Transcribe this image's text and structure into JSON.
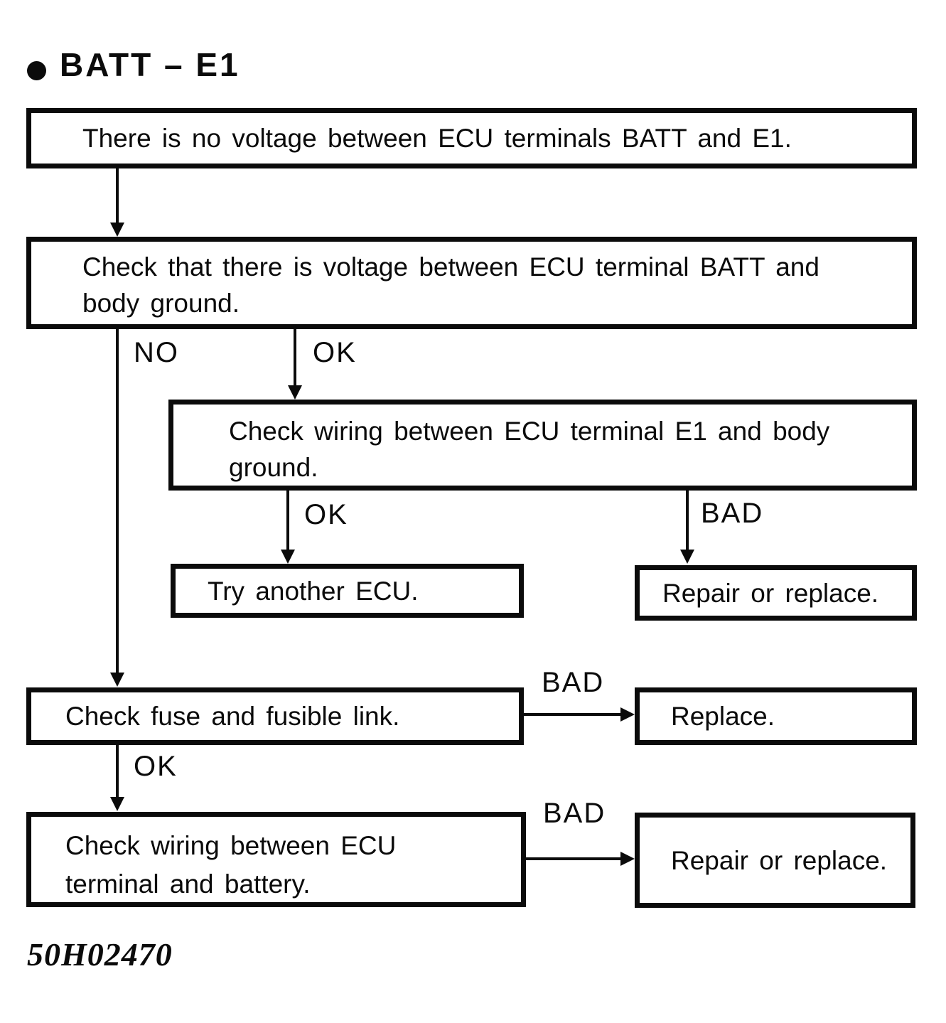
{
  "title": {
    "bullet": "bullet-point",
    "label": "BATT – E1"
  },
  "figure_code": "50H02470",
  "flowchart": {
    "type": "troubleshooting-flowchart",
    "ink_color": "#0b0b0b",
    "paper_color": "#ffffff",
    "nodes": [
      {
        "id": "problem",
        "text": "There is no voltage between ECU terminals BATT and E1."
      },
      {
        "id": "check-batt-body-ground",
        "text": "Check that there is voltage between ECU terminal BATT and\nbody ground."
      },
      {
        "id": "check-wiring-e1",
        "text": "Check wiring between ECU terminal E1 and body\nground."
      },
      {
        "id": "try-another-ecu",
        "text": "Try another ECU."
      },
      {
        "id": "repair-or-replace-1",
        "text": "Repair or replace."
      },
      {
        "id": "check-fuse",
        "text": "Check fuse and fusible link."
      },
      {
        "id": "replace",
        "text": "Replace."
      },
      {
        "id": "check-wiring-battery",
        "text": "Check wiring between ECU\nterminal and battery."
      },
      {
        "id": "repair-or-replace-2",
        "text": "Repair or replace."
      }
    ],
    "edges": [
      {
        "from": "problem",
        "to": "check-batt-body-ground",
        "label": ""
      },
      {
        "from": "check-batt-body-ground",
        "to": "check-fuse",
        "label": "NO"
      },
      {
        "from": "check-batt-body-ground",
        "to": "check-wiring-e1",
        "label": "OK"
      },
      {
        "from": "check-wiring-e1",
        "to": "try-another-ecu",
        "label": "OK"
      },
      {
        "from": "check-wiring-e1",
        "to": "repair-or-replace-1",
        "label": "BAD"
      },
      {
        "from": "check-fuse",
        "to": "replace",
        "label": "BAD"
      },
      {
        "from": "check-fuse",
        "to": "check-wiring-battery",
        "label": "OK"
      },
      {
        "from": "check-wiring-battery",
        "to": "repair-or-replace-2",
        "label": "BAD"
      }
    ]
  }
}
